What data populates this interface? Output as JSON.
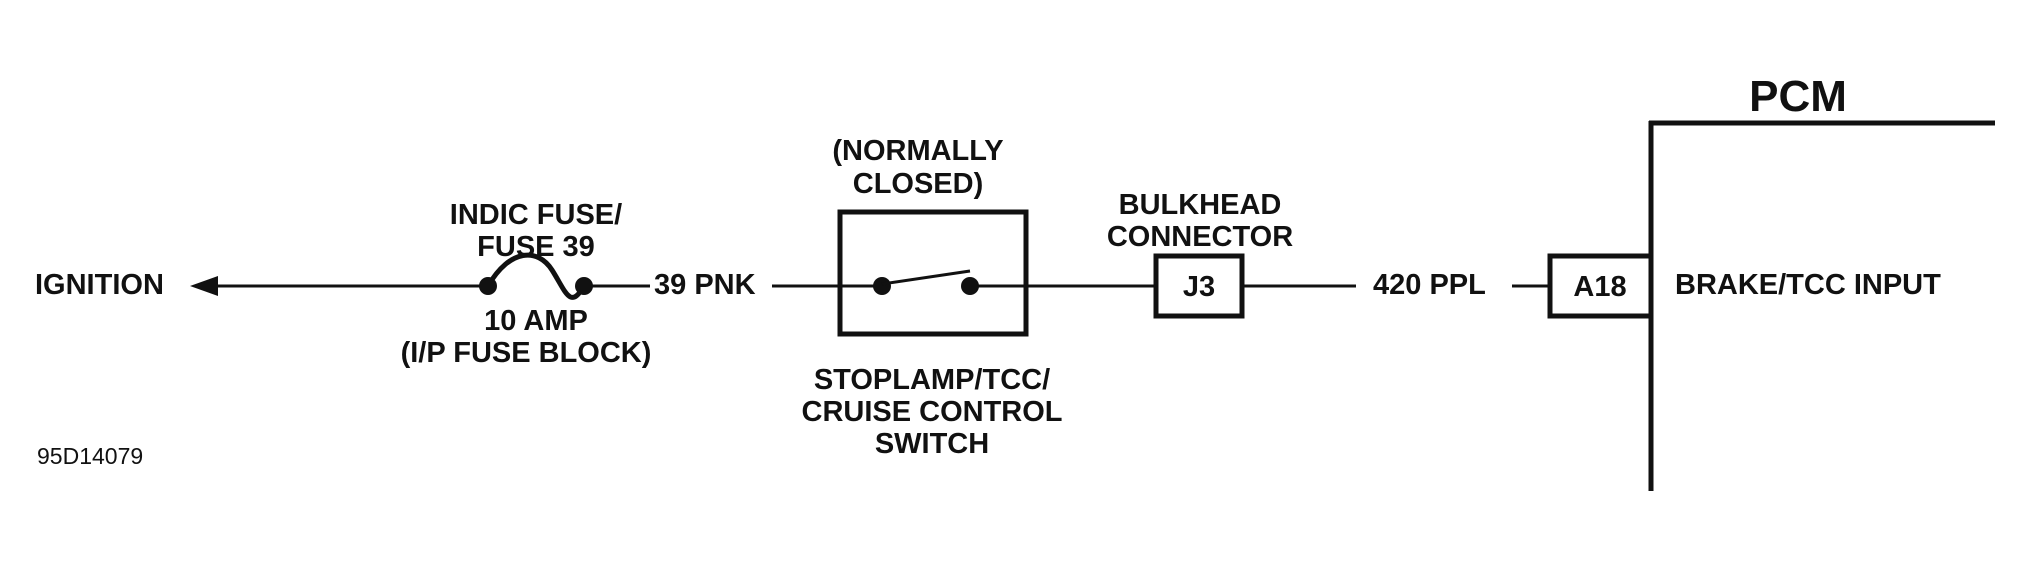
{
  "diagram": {
    "ignition_label": "IGNITION",
    "fuse": {
      "name_line1": "INDIC FUSE/",
      "name_line2": "FUSE 39",
      "rating": "10 AMP",
      "location": "(I/P FUSE BLOCK)"
    },
    "wire1_label": "39 PNK",
    "switch": {
      "state_line1": "(NORMALLY",
      "state_line2": "CLOSED)",
      "name_line1": "STOPLAMP/TCC/",
      "name_line2": "CRUISE CONTROL",
      "name_line3": "SWITCH"
    },
    "bulkhead": {
      "label_line1": "BULKHEAD",
      "label_line2": "CONNECTOR",
      "pin": "J3"
    },
    "wire2_label": "420 PPL",
    "pcm": {
      "title": "PCM",
      "pin": "A18",
      "input_label": "BRAKE/TCC INPUT"
    },
    "figure_id": "95D14079"
  }
}
